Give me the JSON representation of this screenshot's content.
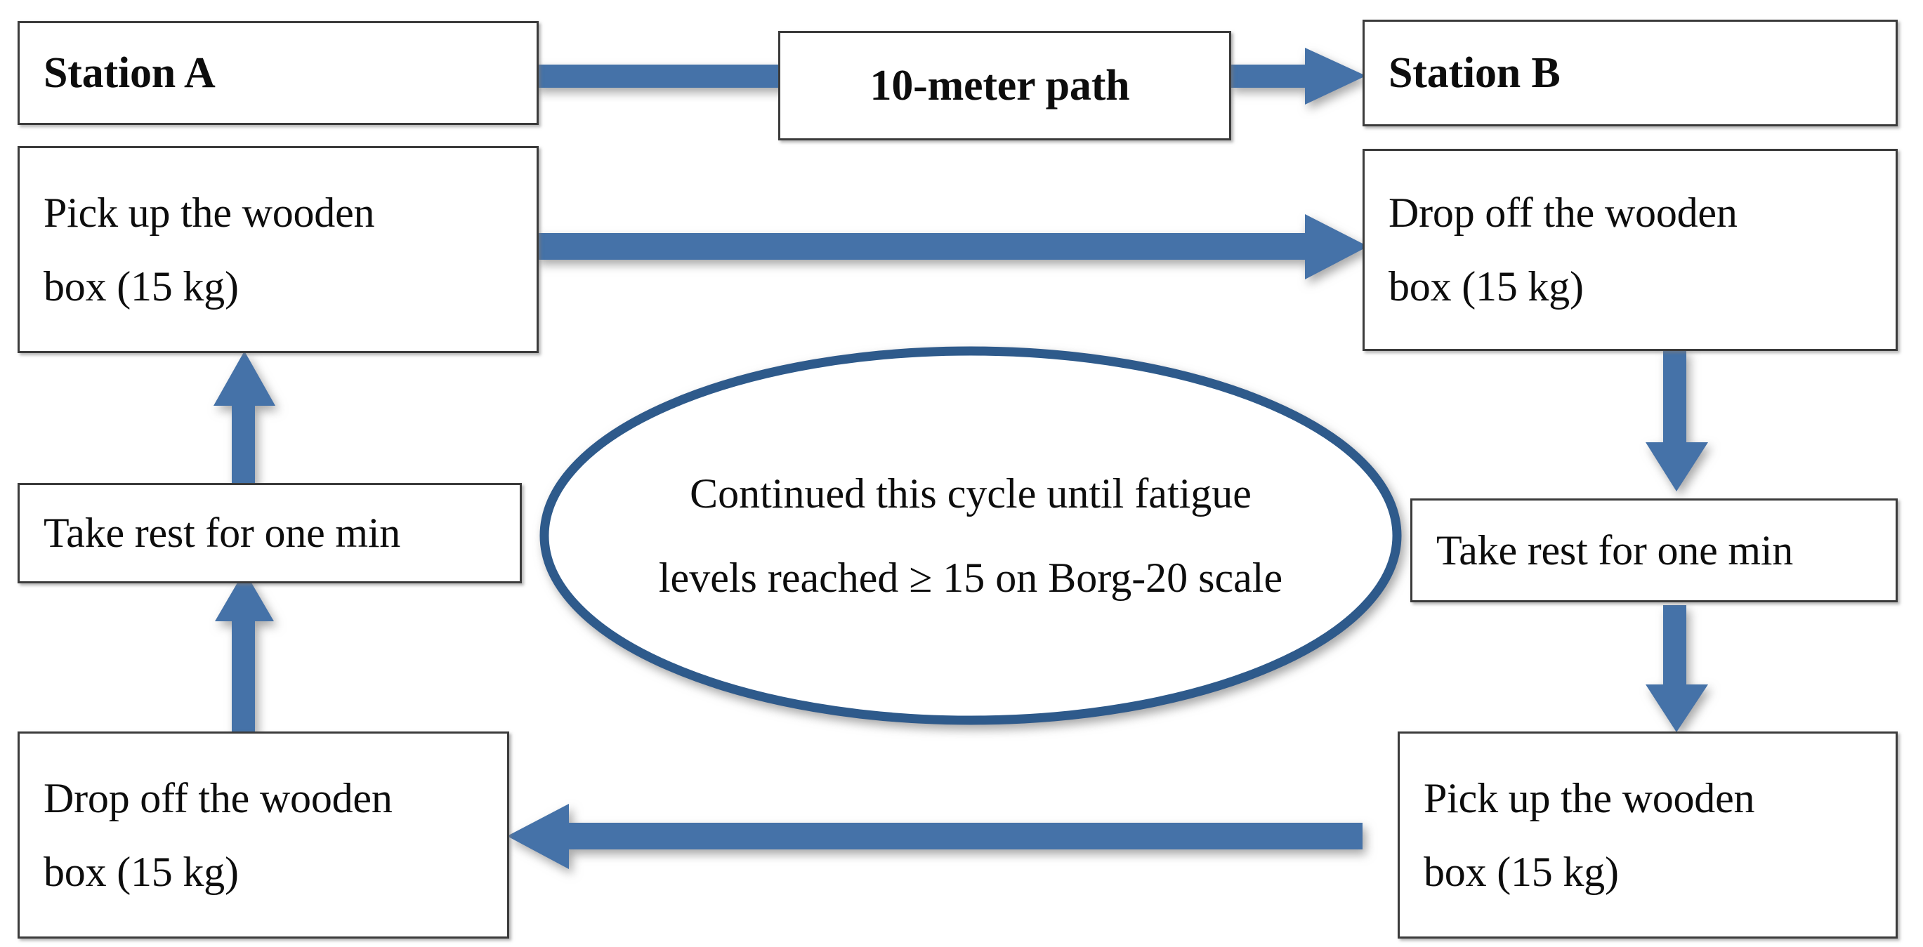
{
  "diagram": {
    "title": "Lifting and carrying task cycle flowchart",
    "background_color": "#ffffff",
    "arrow_color": "#4472a8",
    "ellipse_border_color": "#2f5a8b",
    "box_border_color": "#3b3b3b",
    "text_color": "#0d0d0d"
  },
  "nodes": {
    "station_a": {
      "label": "Station A"
    },
    "path": {
      "label": "10-meter path"
    },
    "station_b": {
      "label": "Station B"
    },
    "pickup_left": {
      "label": "Pick up the wooden\nbox (15 kg)"
    },
    "dropoff_right": {
      "label": "Drop off the wooden\nbox (15 kg)"
    },
    "rest_left": {
      "label": "Take rest for one min"
    },
    "rest_right": {
      "label": "Take rest for one min"
    },
    "dropoff_left": {
      "label": "Drop off the wooden\nbox (15 kg)"
    },
    "pickup_right": {
      "label": "Pick up the wooden\nbox (15 kg)"
    }
  },
  "cycle_note": {
    "label": "Continued this cycle until fatigue\nlevels reached ≥ 15 on Borg-20 scale"
  },
  "chart_data": {
    "type": "diagram",
    "title": "Lifting and carrying task cycle flowchart",
    "nodes": [
      {
        "id": "station_a",
        "label": "Station A",
        "col": "left",
        "row": 1
      },
      {
        "id": "path",
        "label": "10-meter path",
        "col": "center",
        "row": 1
      },
      {
        "id": "station_b",
        "label": "Station B",
        "col": "right",
        "row": 1
      },
      {
        "id": "pickup_left",
        "label": "Pick up the wooden box (15 kg)",
        "col": "left",
        "row": 2
      },
      {
        "id": "dropoff_right",
        "label": "Drop off the wooden box (15 kg)",
        "col": "right",
        "row": 2
      },
      {
        "id": "rest_left",
        "label": "Take rest for one min",
        "col": "left",
        "row": 3
      },
      {
        "id": "rest_right",
        "label": "Take rest for one min",
        "col": "right",
        "row": 3
      },
      {
        "id": "dropoff_left",
        "label": "Drop off the wooden box (15 kg)",
        "col": "left",
        "row": 4
      },
      {
        "id": "pickup_right",
        "label": "Pick up the wooden box (15 kg)",
        "col": "right",
        "row": 4
      },
      {
        "id": "cycle_note",
        "label": "Continued this cycle until fatigue levels reached ≥ 15 on Borg-20 scale",
        "col": "center",
        "row": "center",
        "shape": "ellipse"
      }
    ],
    "edges": [
      {
        "from": "station_a",
        "to": "path",
        "direction": "right"
      },
      {
        "from": "path",
        "to": "station_b",
        "direction": "right"
      },
      {
        "from": "pickup_left",
        "to": "dropoff_right",
        "direction": "right"
      },
      {
        "from": "dropoff_right",
        "to": "rest_right",
        "direction": "down"
      },
      {
        "from": "rest_right",
        "to": "pickup_right",
        "direction": "down"
      },
      {
        "from": "pickup_right",
        "to": "dropoff_left",
        "direction": "left"
      },
      {
        "from": "dropoff_left",
        "to": "rest_left",
        "direction": "up"
      },
      {
        "from": "rest_left",
        "to": "pickup_left",
        "direction": "up"
      }
    ]
  }
}
